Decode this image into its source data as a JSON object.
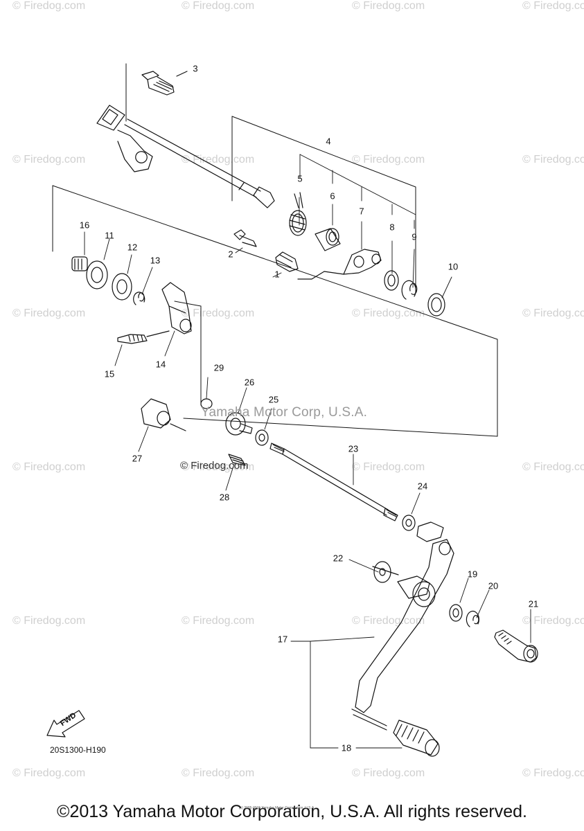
{
  "watermarks": {
    "text": "© Firedog.com",
    "rows": [
      [
        "© Firedog.com",
        "© Firedog.com",
        "© Firedog.com",
        "© Firedog.com"
      ],
      [
        "© Firedog.com",
        "© Firedog.com",
        "© Firedog.com",
        "© Firedog.com"
      ],
      [
        "© Firedog.com",
        "© Firedog.com",
        "© Firedog.com",
        "© Firedog.com"
      ],
      [
        "© Firedog.com",
        "© Firedog.com",
        "© Firedog.com",
        "© Firedog.com"
      ],
      [
        "© Firedog.com",
        "© Firedog.com",
        "© Firedog.com",
        "© Firedog.com"
      ],
      [
        "© Firedog.com",
        "© Firedog.com",
        "© Firedog.com",
        "© Firedog.com"
      ]
    ]
  },
  "center_watermark": "Yamaha Motor Corp, U.S.A.",
  "center_watermark_2": "© Firedog.com",
  "diagram_code": "20S1300-H190",
  "fwd_label": "FWD",
  "tiny_credit": "(c) 2005-2015 Yamaha Motor Corporation, U.S.A.",
  "copyright": "©2013 Yamaha Motor Corporation, U.S.A. All rights reserved.",
  "callouts": [
    "1",
    "2",
    "3",
    "4",
    "5",
    "6",
    "7",
    "8",
    "9",
    "10",
    "11",
    "12",
    "13",
    "14",
    "15",
    "16",
    "17",
    "18",
    "19",
    "20",
    "21",
    "22",
    "23",
    "24",
    "25",
    "26",
    "27",
    "28",
    "29"
  ]
}
